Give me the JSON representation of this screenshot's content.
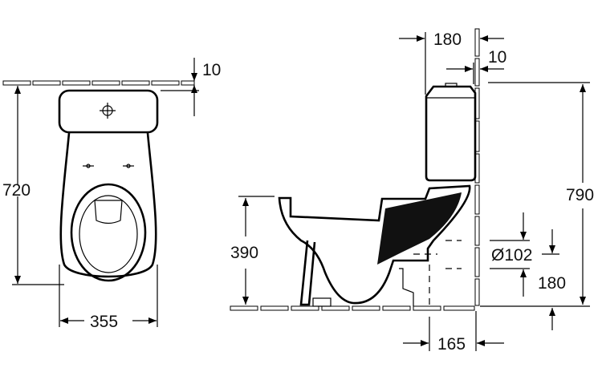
{
  "front_view": {
    "dim_wall_gap": "10",
    "dim_height": "720",
    "dim_width": "355"
  },
  "side_view": {
    "dim_seat_height": "390",
    "dim_tank_depth": "180",
    "dim_tank_wall_gap": "10",
    "dim_total_height": "790",
    "dim_outlet_diameter": "Ø102",
    "dim_outlet_height": "180",
    "dim_outlet_wall": "165"
  }
}
